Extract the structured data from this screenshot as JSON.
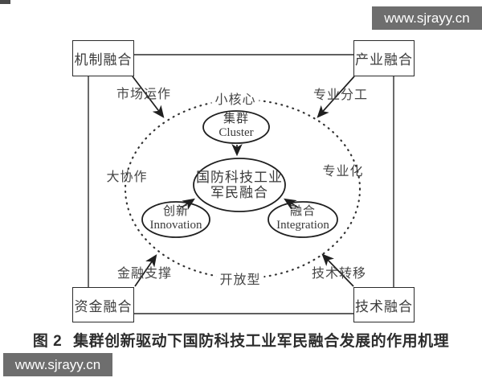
{
  "watermarks": {
    "top": {
      "text": "www.sjrayy.cn"
    },
    "bottom": {
      "text": "www.sjrayy.cn"
    },
    "bg_color": "#6e6e6e",
    "text_color": "#ffffff"
  },
  "diagram": {
    "corner_boxes": {
      "top_left": "机制融合",
      "top_right": "产业融合",
      "bottom_left": "资金融合",
      "bottom_right": "技术融合"
    },
    "edge_labels": {
      "market_operation": "市场运作",
      "small_core": "小核心",
      "professional_division": "专业分工",
      "great_collaboration": "大协作",
      "specialization": "专业化",
      "financial_support": "金融支撑",
      "open_type": "开放型",
      "technology_transfer": "技术转移"
    },
    "nodes": {
      "cluster": {
        "zh": "集群",
        "en": "Cluster"
      },
      "center": {
        "line1": "国防科技工业",
        "line2": "军民融合"
      },
      "innovation": {
        "zh": "创新",
        "en": "Innovation"
      },
      "integration": {
        "zh": "融合",
        "en": "Integration"
      }
    },
    "line_color": "#2b2b2b",
    "text_color": "#3f3f3f"
  },
  "caption": {
    "label": "图 2",
    "text": "集群创新驱动下国防科技工业军民融合发展的作用机理"
  }
}
